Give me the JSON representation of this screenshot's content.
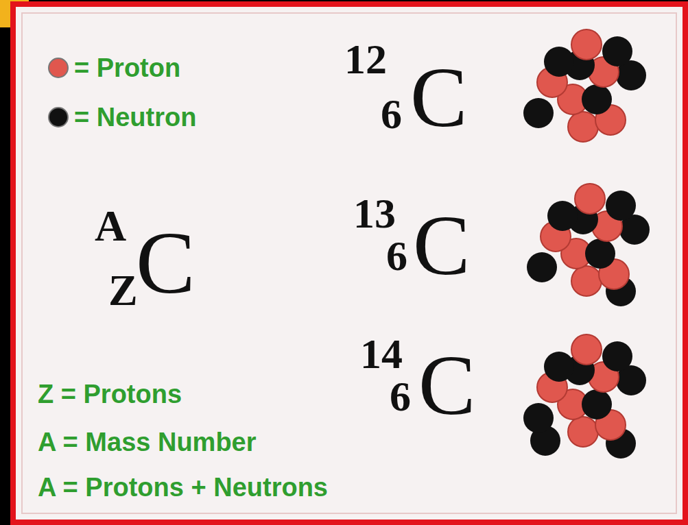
{
  "diagram": {
    "labels": [
      "A",
      "Z",
      "C",
      "12",
      "6",
      "C",
      "13",
      "6",
      "C",
      "14",
      "6",
      "C",
      "Z = Protons",
      "A = Mass Number",
      "A = Protons + Neutrons"
    ],
    "legend": [
      {
        "text": "= Proton",
        "color": "#e0574e"
      },
      {
        "text": "= Neutron",
        "color": "#111111"
      }
    ]
  }
}
